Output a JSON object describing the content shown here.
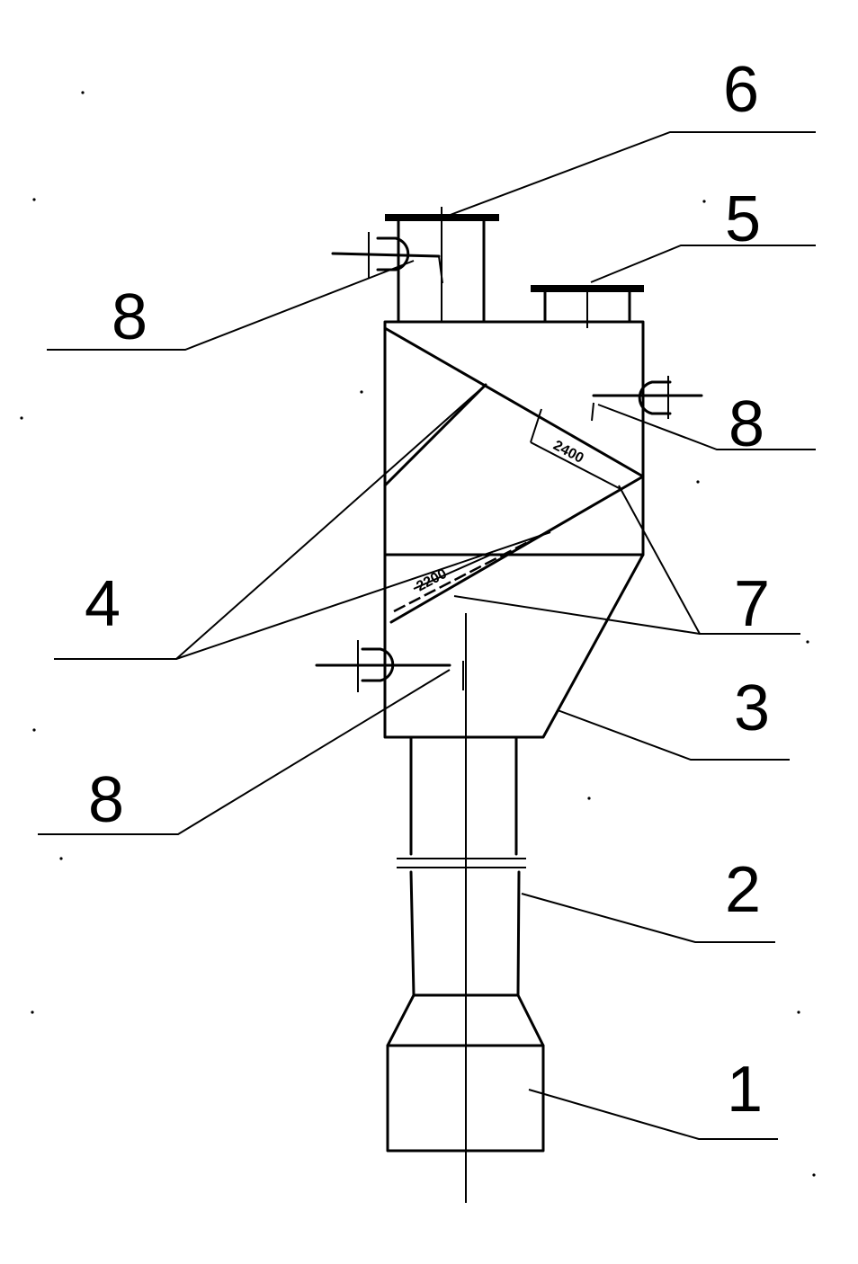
{
  "callouts": [
    {
      "id": "label-6-top",
      "text": "6"
    },
    {
      "id": "label-5",
      "text": "5"
    },
    {
      "id": "label-8-upper-left",
      "text": "8"
    },
    {
      "id": "label-8-right",
      "text": "8"
    },
    {
      "id": "label-4",
      "text": "4"
    },
    {
      "id": "label-7",
      "text": "7"
    },
    {
      "id": "label-3",
      "text": "3"
    },
    {
      "id": "label-8-lower-left",
      "text": "8"
    },
    {
      "id": "label-2",
      "text": "2"
    },
    {
      "id": "label-1",
      "text": "1"
    }
  ],
  "dimensions": {
    "upper_baffle": "2400",
    "lower_baffle": "2200"
  },
  "colors": {
    "ink": "#000000",
    "background": "#ffffff"
  }
}
